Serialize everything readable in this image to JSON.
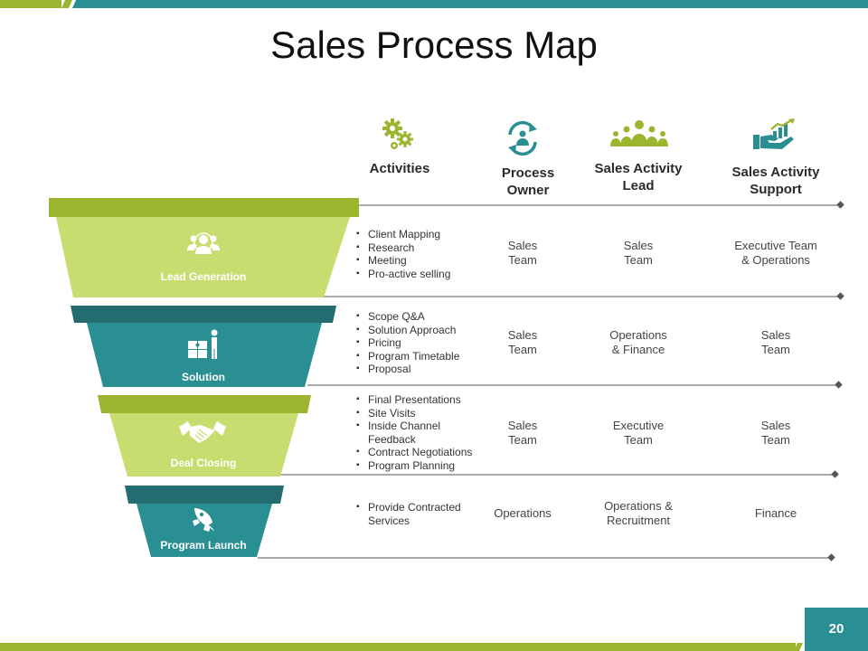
{
  "title": "Sales Process Map",
  "page_number": "20",
  "colors": {
    "teal": "#2a8f93",
    "teal_dark": "#236d70",
    "green": "#9ab62f",
    "light_green": "#c8dd70"
  },
  "headers": {
    "activities": "Activities",
    "process_owner": "Process\nOwner",
    "activity_lead": "Sales Activity\nLead",
    "activity_support": "Sales Activity\nSupport"
  },
  "header_icons": [
    "gears-icon",
    "cycle-person-icon",
    "team-icon",
    "hand-growth-icon"
  ],
  "stages": [
    {
      "name": "Lead Generation",
      "icon": "people-group-icon",
      "activities": [
        "Client Mapping",
        "Research",
        "Meeting",
        "Pro-active selling"
      ],
      "owner": "Sales\nTeam",
      "lead": "Sales\nTeam",
      "support": "Executive Team\n& Operations"
    },
    {
      "name": "Solution",
      "icon": "puzzle-person-icon",
      "activities": [
        "Scope Q&A",
        "Solution Approach",
        "Pricing",
        "Program Timetable",
        "Proposal"
      ],
      "owner": "Sales\nTeam",
      "lead": "Operations\n& Finance",
      "support": "Sales\nTeam"
    },
    {
      "name": "Deal Closing",
      "icon": "handshake-icon",
      "activities": [
        "Final Presentations",
        "Site Visits",
        "Inside Channel\nFeedback",
        "Contract Negotiations",
        "Program Planning"
      ],
      "owner": "Sales\nTeam",
      "lead": "Executive\nTeam",
      "support": "Sales\nTeam"
    },
    {
      "name": "Program Launch",
      "icon": "rocket-icon",
      "activities": [
        "Provide Contracted\nServices"
      ],
      "owner": "Operations",
      "lead": "Operations &\nRecruitment",
      "support": "Finance"
    }
  ]
}
